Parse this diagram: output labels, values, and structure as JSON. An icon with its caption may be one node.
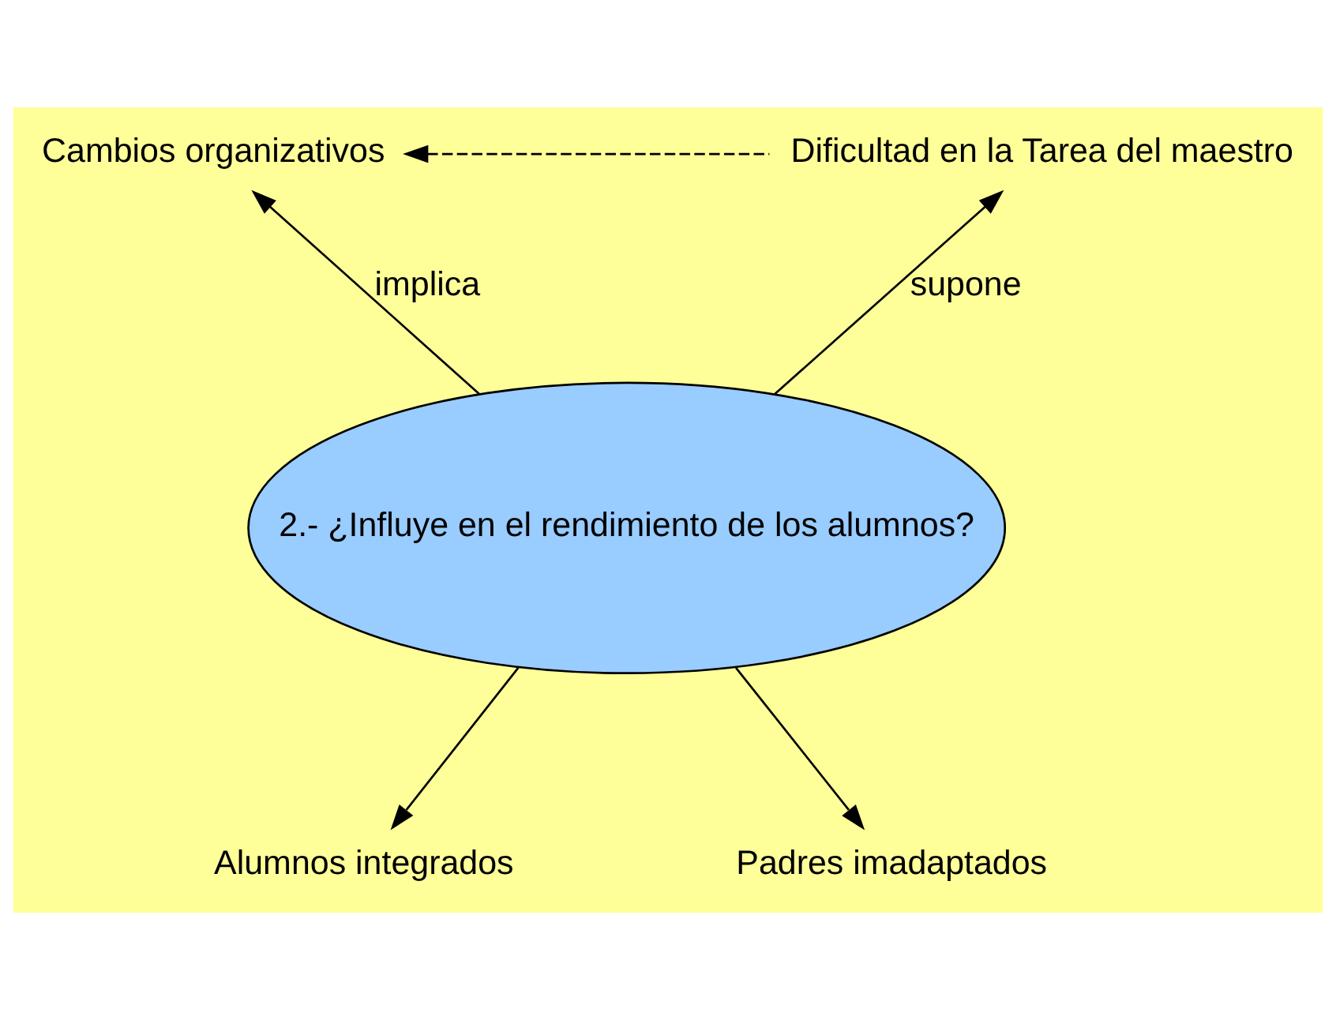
{
  "diagram": {
    "nodes": [
      {
        "text": [
          "2.- ¿Influye en el rendimiento de los alumnos?"
        ]
      },
      {
        "text": [
          "Cambios organizativos"
        ]
      },
      {
        "text": [
          "Dificultad en la Tarea del maestro"
        ]
      },
      {
        "text": [
          "Alumnos integrados"
        ]
      },
      {
        "text": [
          "Padres imadaptados"
        ]
      }
    ],
    "edges": [
      {
        "from": 0,
        "to": 1,
        "arrow": "to",
        "label": "implica"
      },
      {
        "from": 0,
        "to": 2,
        "arrow": "to",
        "label": "supone"
      },
      {
        "from": 0,
        "to": 3,
        "arrow": "to"
      },
      {
        "from": 0,
        "to": 4,
        "arrow": "to"
      },
      {
        "from": 2,
        "to": 1,
        "arrow": "to",
        "style": "dashed"
      }
    ]
  }
}
